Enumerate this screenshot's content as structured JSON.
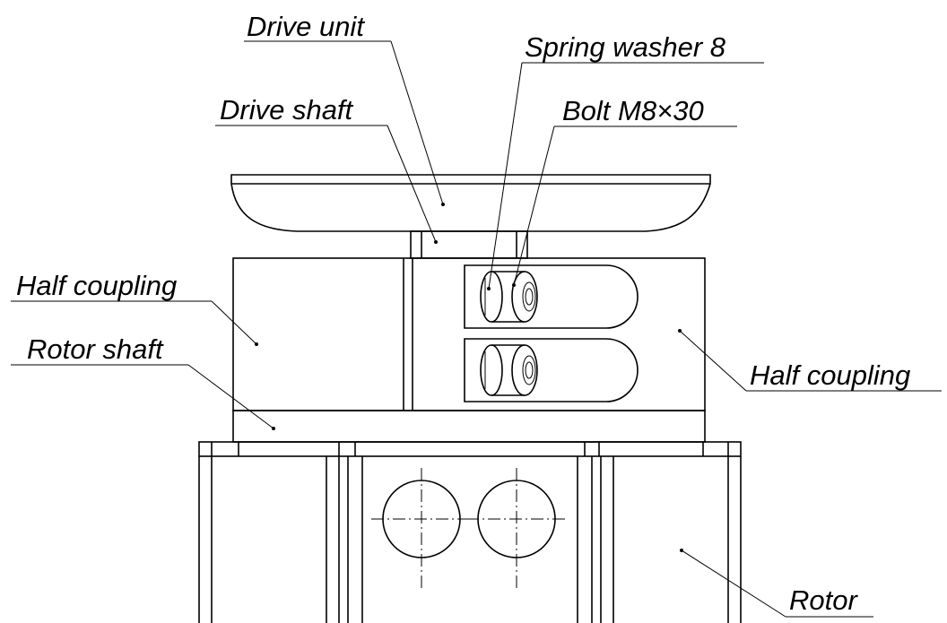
{
  "labels": {
    "drive_unit": "Drive unit",
    "spring_washer": "Spring washer 8",
    "drive_shaft": "Drive shaft",
    "bolt": "Bolt M8×30",
    "half_coupling_left": "Half coupling",
    "rotor_shaft": "Rotor shaft",
    "half_coupling_right": "Half coupling",
    "rotor": "Rotor"
  }
}
